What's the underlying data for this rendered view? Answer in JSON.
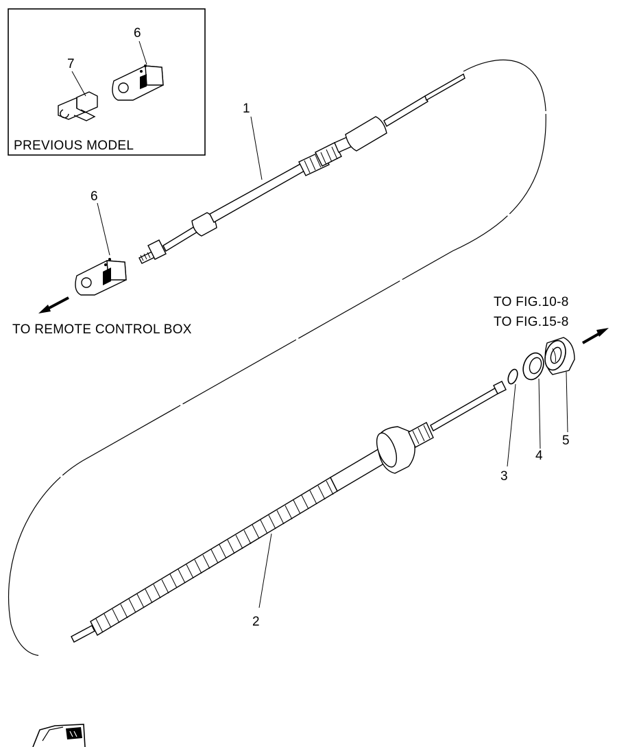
{
  "inset": {
    "caption": "PREVIOUS MODEL",
    "callout_6": "6",
    "callout_7": "7"
  },
  "callouts": {
    "c1": "1",
    "c2": "2",
    "c3": "3",
    "c4": "4",
    "c5": "5",
    "c6": "6"
  },
  "directions": {
    "remote_control": "TO REMOTE CONTROL BOX",
    "fig_10": "TO FIG.10-8",
    "fig_15": "TO FIG.15-8"
  },
  "icons": {
    "corner_icon": "tag-icon"
  }
}
